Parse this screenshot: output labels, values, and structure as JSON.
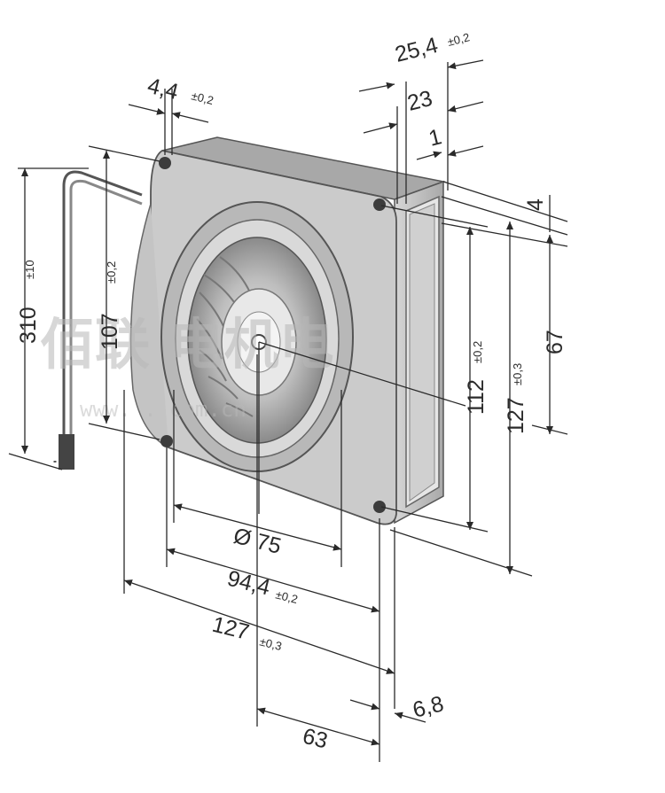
{
  "dimensions": {
    "d_4_4": {
      "value": "4,4",
      "tol": "±0,2"
    },
    "d_25_4": {
      "value": "25,4",
      "tol": "±0,2"
    },
    "d_23": {
      "value": "23"
    },
    "d_1": {
      "value": "1"
    },
    "d_4": {
      "value": "4"
    },
    "d_310": {
      "value": "310",
      "tol": "±10"
    },
    "d_107": {
      "value": "107",
      "tol": "±0,2"
    },
    "d_112": {
      "value": "112",
      "tol": "±0,2"
    },
    "d_127v": {
      "value": "127",
      "tol": "±0,3"
    },
    "d_67": {
      "value": "67"
    },
    "d_75": {
      "value": "Ø 75"
    },
    "d_94_4": {
      "value": "94,4",
      "tol": "±0,2"
    },
    "d_127h": {
      "value": "127",
      "tol": "±0,3"
    },
    "d_63": {
      "value": "63"
    },
    "d_6_8": {
      "value": "6,8"
    }
  },
  "watermark": {
    "chars": "佰联 电机电",
    "url": "www.  .  com.cn"
  },
  "colors": {
    "housing": "#c9c9c9",
    "housing_dark": "#9a9a9a",
    "lines": "#2a2a2a",
    "outlet": "#e6e6e6"
  }
}
